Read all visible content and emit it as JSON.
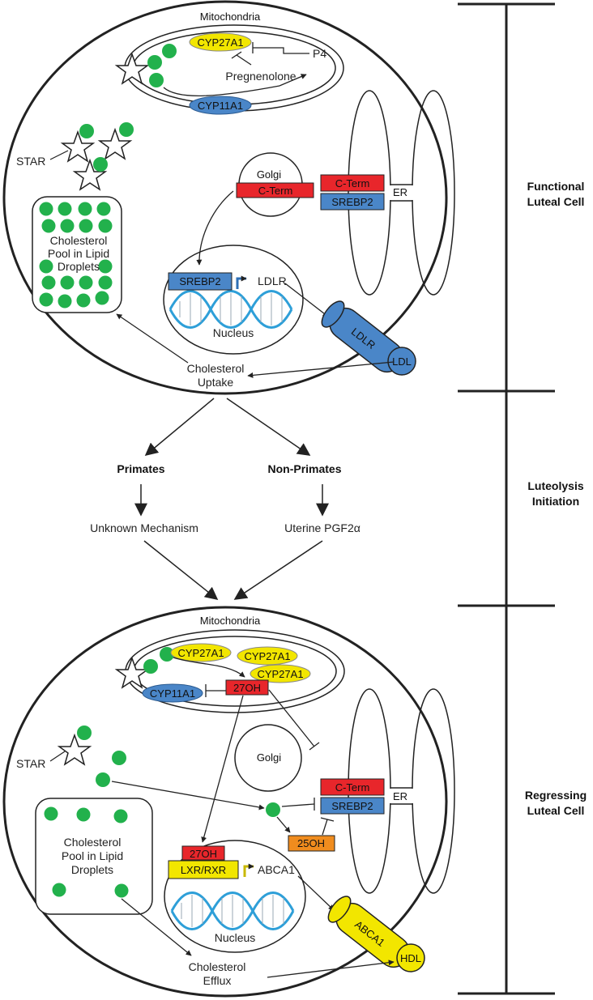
{
  "colors": {
    "green": "#22b14c",
    "yellow": "#f2e600",
    "blue": "#4a86c8",
    "red": "#e8262b",
    "orange": "#f08c1e",
    "dna": "#2e9fd8"
  },
  "top_cell": {
    "mitochondria": "Mitochondria",
    "cyp27a1": "CYP27A1",
    "cyp11a1": "CYP11A1",
    "pregnenolone": "Pregnenolone",
    "p4": "P4",
    "star": "STAR",
    "golgi": "Golgi",
    "cterm_golgi": "C-Term",
    "cterm_er": "C-Term",
    "srebp2_er": "SREBP2",
    "er": "ER",
    "pool_line1": "Cholesterol",
    "pool_line2": "Pool in Lipid",
    "pool_line3": "Droplets",
    "srebp2_nucleus": "SREBP2",
    "ldlr_gene": "LDLR",
    "nucleus": "Nucleus",
    "ldlr_receptor": "LDLR",
    "ldl": "LDL",
    "uptake_line1": "Cholesterol",
    "uptake_line2": "Uptake"
  },
  "middle": {
    "primates": "Primates",
    "non_primates": "Non-Primates",
    "unknown": "Unknown Mechanism",
    "pgf": "Uterine PGF2α"
  },
  "bottom_cell": {
    "mitochondria": "Mitochondria",
    "cyp27a1_a": "CYP27A1",
    "cyp27a1_b": "CYP27A1",
    "cyp27a1_c": "CYP27A1",
    "cyp11a1": "CYP11A1",
    "oh27": "27OH",
    "star": "STAR",
    "golgi": "Golgi",
    "cterm": "C-Term",
    "srebp2": "SREBP2",
    "er": "ER",
    "oh25": "25OH",
    "pool_line1": "Cholesterol",
    "pool_line2": "Pool in Lipid",
    "pool_line3": "Droplets",
    "oh27_nucleus": "27OH",
    "lxr_rxr": "LXR/RXR",
    "abca1_gene": "ABCA1",
    "nucleus": "Nucleus",
    "abca1_transporter": "ABCA1",
    "hdl": "HDL",
    "efflux_line1": "Cholesterol",
    "efflux_line2": "Efflux"
  },
  "stages": {
    "functional_line1": "Functional",
    "functional_line2": "Luteal Cell",
    "initiation_line1": "Luteolysis",
    "initiation_line2": "Initiation",
    "regressing_line1": "Regressing",
    "regressing_line2": "Luteal Cell"
  }
}
